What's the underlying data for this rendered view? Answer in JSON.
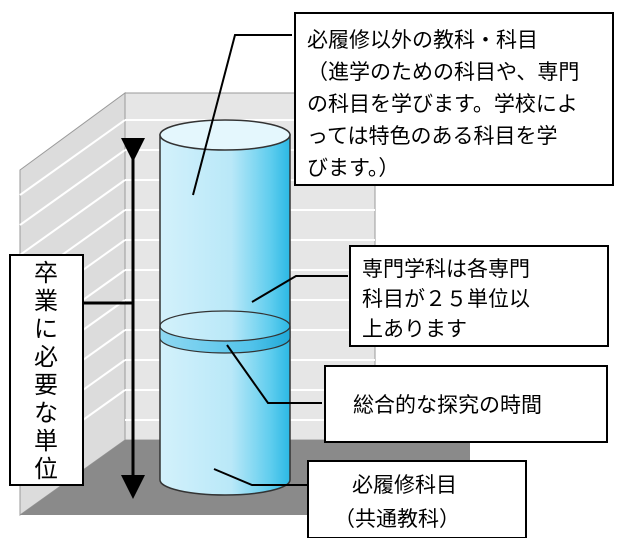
{
  "labels": {
    "elective": {
      "line1": "必履修以外の教科・科目",
      "line2": "（進学のための科目や、専門",
      "line3": "の科目を学びます。学校によ",
      "line4": "っては特色のある科目を学",
      "line5": "びます。）"
    },
    "specialist": {
      "line1": "専門学科は各専門",
      "line2": "科目が２５単位以",
      "line3": "上あります"
    },
    "inquiry": "総合的な探究の時間",
    "required": {
      "line1": "必履修科目",
      "line2": "（共通教科）"
    },
    "total_units": [
      "卒",
      "業",
      "に",
      "必",
      "要",
      "な",
      "単",
      "位"
    ]
  }
}
